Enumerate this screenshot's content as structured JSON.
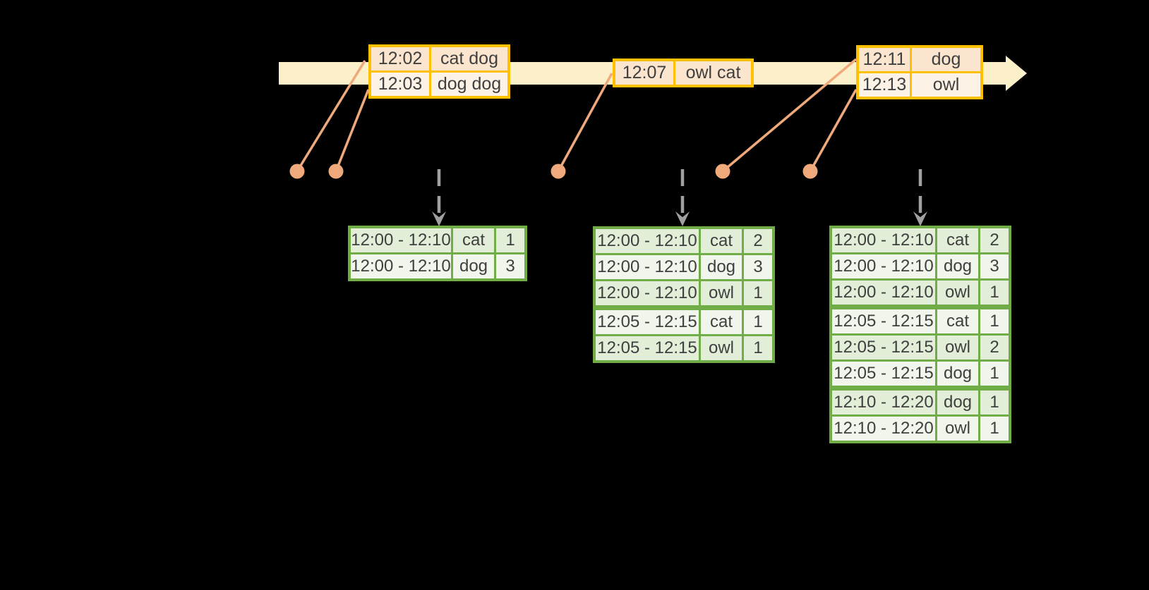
{
  "diagram": {
    "kind": "streaming-windowed-aggregation-timeline",
    "colors": {
      "background": "#000000",
      "timeline_fill": "#FCF0CB",
      "event_table_border": "#FFC000",
      "event_row_dark": "#FBE5CE",
      "event_row_light": "#FDF2E6",
      "result_table_border": "#70AD47",
      "result_row_dark": "#E2EED7",
      "result_row_light": "#F1F6EC",
      "connector_salmon": "#F0A97B",
      "trigger_arrow_gray": "#A0A0A0",
      "text": "#3F3F3F"
    }
  },
  "event_tables": [
    {
      "rows": [
        {
          "time": "12:02",
          "words": "cat dog"
        },
        {
          "time": "12:03",
          "words": "dog dog"
        }
      ]
    },
    {
      "rows": [
        {
          "time": "12:07",
          "words": "owl cat"
        }
      ]
    },
    {
      "rows": [
        {
          "time": "12:11",
          "words": "dog"
        },
        {
          "time": "12:13",
          "words": "owl"
        }
      ]
    }
  ],
  "result_tables": [
    {
      "rows": [
        {
          "window": "12:00 - 12:10",
          "word": "cat",
          "count": "1",
          "new_group": false
        },
        {
          "window": "12:00 - 12:10",
          "word": "dog",
          "count": "3",
          "new_group": false
        }
      ]
    },
    {
      "rows": [
        {
          "window": "12:00 - 12:10",
          "word": "cat",
          "count": "2",
          "new_group": false
        },
        {
          "window": "12:00 - 12:10",
          "word": "dog",
          "count": "3",
          "new_group": false
        },
        {
          "window": "12:00 - 12:10",
          "word": "owl",
          "count": "1",
          "new_group": false
        },
        {
          "window": "12:05 - 12:15",
          "word": "cat",
          "count": "1",
          "new_group": true
        },
        {
          "window": "12:05 - 12:15",
          "word": "owl",
          "count": "1",
          "new_group": false
        }
      ]
    },
    {
      "rows": [
        {
          "window": "12:00 - 12:10",
          "word": "cat",
          "count": "2",
          "new_group": false
        },
        {
          "window": "12:00 - 12:10",
          "word": "dog",
          "count": "3",
          "new_group": false
        },
        {
          "window": "12:00 - 12:10",
          "word": "owl",
          "count": "1",
          "new_group": false
        },
        {
          "window": "12:05 - 12:15",
          "word": "cat",
          "count": "1",
          "new_group": true
        },
        {
          "window": "12:05 - 12:15",
          "word": "owl",
          "count": "2",
          "new_group": false
        },
        {
          "window": "12:05 - 12:15",
          "word": "dog",
          "count": "1",
          "new_group": false
        },
        {
          "window": "12:10 - 12:20",
          "word": "dog",
          "count": "1",
          "new_group": true
        },
        {
          "window": "12:10 - 12:20",
          "word": "owl",
          "count": "1",
          "new_group": false
        }
      ]
    }
  ]
}
